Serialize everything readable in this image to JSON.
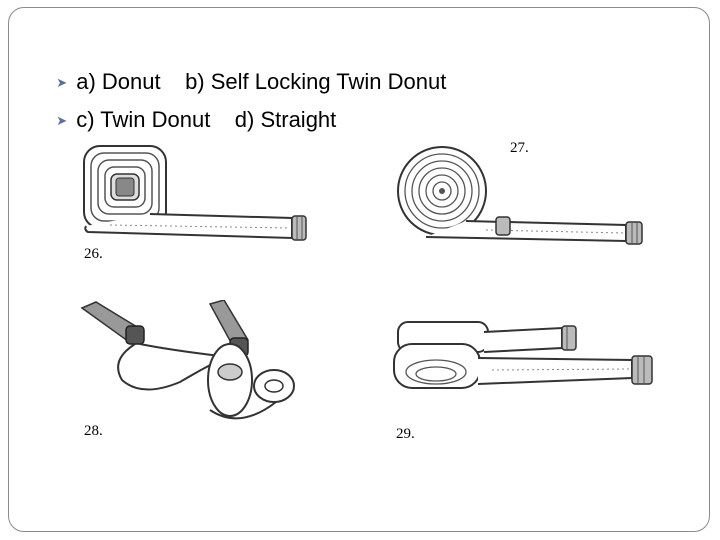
{
  "options": {
    "line1": "a) Donut    b) Self Locking Twin Donut",
    "line2": "c) Twin Donut    d) Straight"
  },
  "figures": [
    {
      "id": "26",
      "label": "26."
    },
    {
      "id": "27",
      "label": "27."
    },
    {
      "id": "28",
      "label": "28."
    },
    {
      "id": "29",
      "label": "29."
    }
  ],
  "icons": {
    "bullet": "arrow-bullet-icon"
  },
  "colors": {
    "bullet": "#5a6f9a",
    "frame": "#8a8a8a"
  }
}
